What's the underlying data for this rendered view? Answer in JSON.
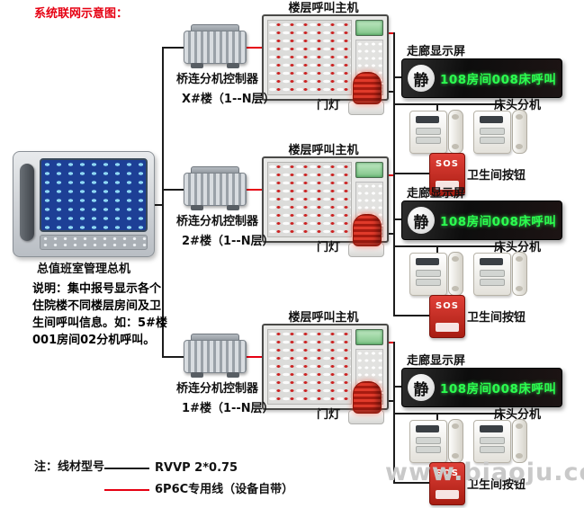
{
  "title": "系统联网示意图：",
  "console": {
    "label": "总值班室管理总机",
    "description": "说明：集中报号显示各个\n住院楼不同楼层房间及卫\n生间呼叫信息。如：5#楼\n001房间02分机呼叫。"
  },
  "branches": [
    {
      "host_label": "楼层呼叫主机",
      "controller_label": "桥连分机控制器",
      "building_label": "X#楼（1--N层）",
      "door_light_label": "门灯",
      "display_label": "走廊显示屏",
      "display_quiet_char": "静",
      "display_text": "108房间008床呼叫",
      "bedside_label": "床头分机",
      "sos_label": "SOS",
      "toilet_label": "卫生间按钮"
    },
    {
      "host_label": "楼层呼叫主机",
      "controller_label": "桥连分机控制器",
      "building_label": "2#楼（1--N层）",
      "door_light_label": "门灯",
      "display_label": "走廊显示屏",
      "display_quiet_char": "静",
      "display_text": "108房间008床呼叫",
      "bedside_label": "床头分机",
      "sos_label": "SOS",
      "toilet_label": "卫生间按钮"
    },
    {
      "host_label": "楼层呼叫主机",
      "controller_label": "桥连分机控制器",
      "building_label": "1#楼（1--N层）",
      "door_light_label": "门灯",
      "display_label": "走廊显示屏",
      "display_quiet_char": "静",
      "display_text": "108房间008床呼叫",
      "bedside_label": "床头分机",
      "sos_label": "SOS",
      "toilet_label": "卫生间按钮"
    }
  ],
  "legend": {
    "note": "注：线材型号",
    "black_wire_label": "RVVP 2*0.75",
    "red_wire_label": "6P6C专用线（设备自带）"
  },
  "watermark": "www.biaoju.com",
  "colors": {
    "accent_red": "#e60012",
    "led_green": "#2bff4f",
    "wire_black": "#1c1c1c"
  }
}
